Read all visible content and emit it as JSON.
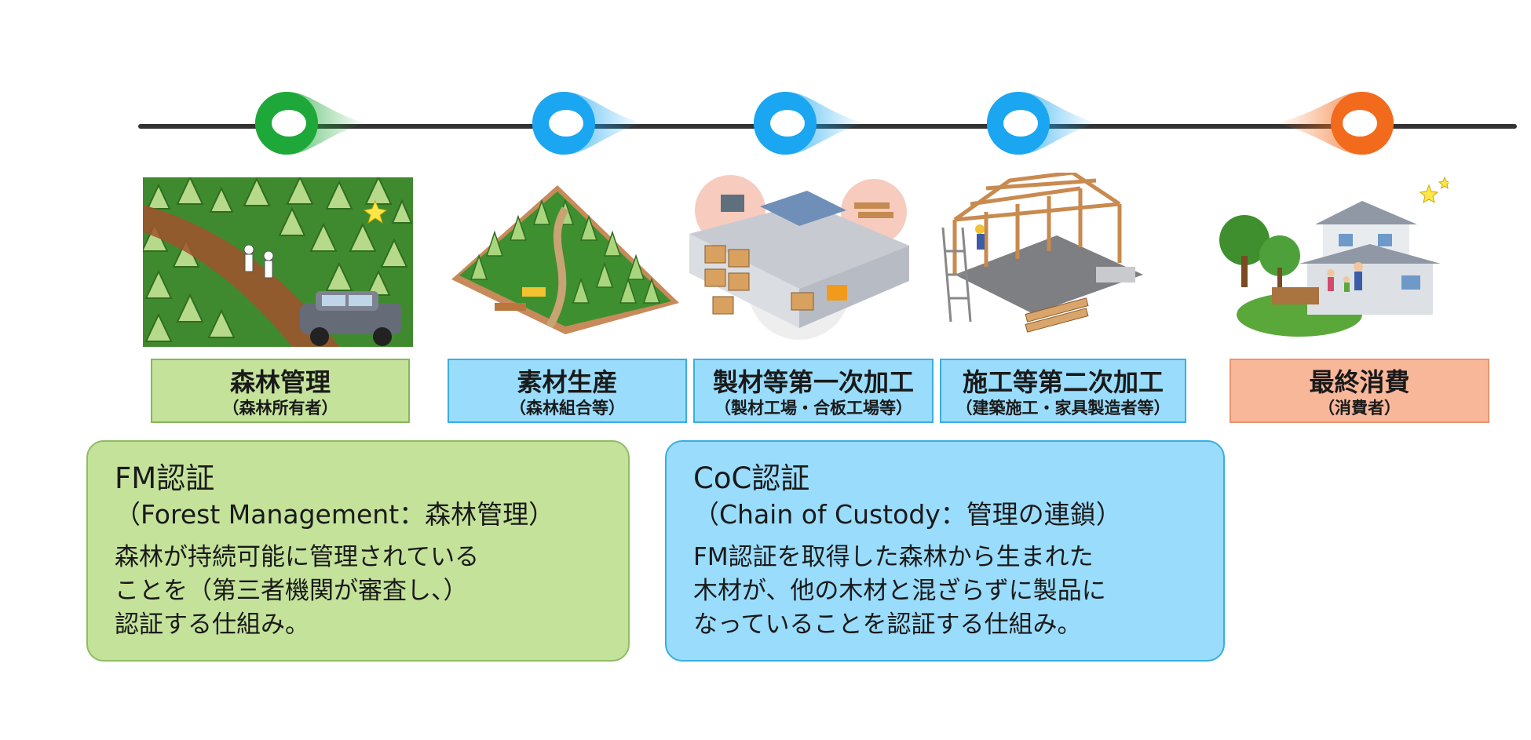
{
  "stages": [
    {
      "title": "森林管理",
      "subtitle": "（森林所有者）",
      "color": "#c4e29a",
      "pin_color": "#1fa83a"
    },
    {
      "title": "素材生産",
      "subtitle": "（森林組合等）",
      "color": "#9adcfb",
      "pin_color": "#1aa6f0"
    },
    {
      "title": "製材等第一次加工",
      "subtitle": "（製材工場・合板工場等）",
      "color": "#9adcfb",
      "pin_color": "#1aa6f0"
    },
    {
      "title": "施工等第二次加工",
      "subtitle": "（建築施工・家具製造者等）",
      "color": "#9adcfb",
      "pin_color": "#1aa6f0"
    },
    {
      "title": "最終消費",
      "subtitle": "（消費者）",
      "color": "#f9b79a",
      "pin_color": "#f26a1b"
    }
  ],
  "certifications": {
    "fm": {
      "name": "FM認証",
      "full": "（Forest Management：森林管理）",
      "desc_lines": [
        "森林が持続可能に管理されている",
        "ことを（第三者機関が審査し、）",
        "認証する仕組み。"
      ]
    },
    "coc": {
      "name": "CoC認証",
      "full": "（Chain of Custody：管理の連鎖）",
      "desc_lines": [
        "FM認証を取得した森林から生まれた",
        "木材が、他の木材と混ざらずに製品に",
        "なっていることを認証する仕組み。"
      ]
    }
  },
  "illustrations": [
    "forest-workers-car",
    "logging-site",
    "sawmill-factory",
    "house-frame-construction",
    "finished-house-family"
  ]
}
